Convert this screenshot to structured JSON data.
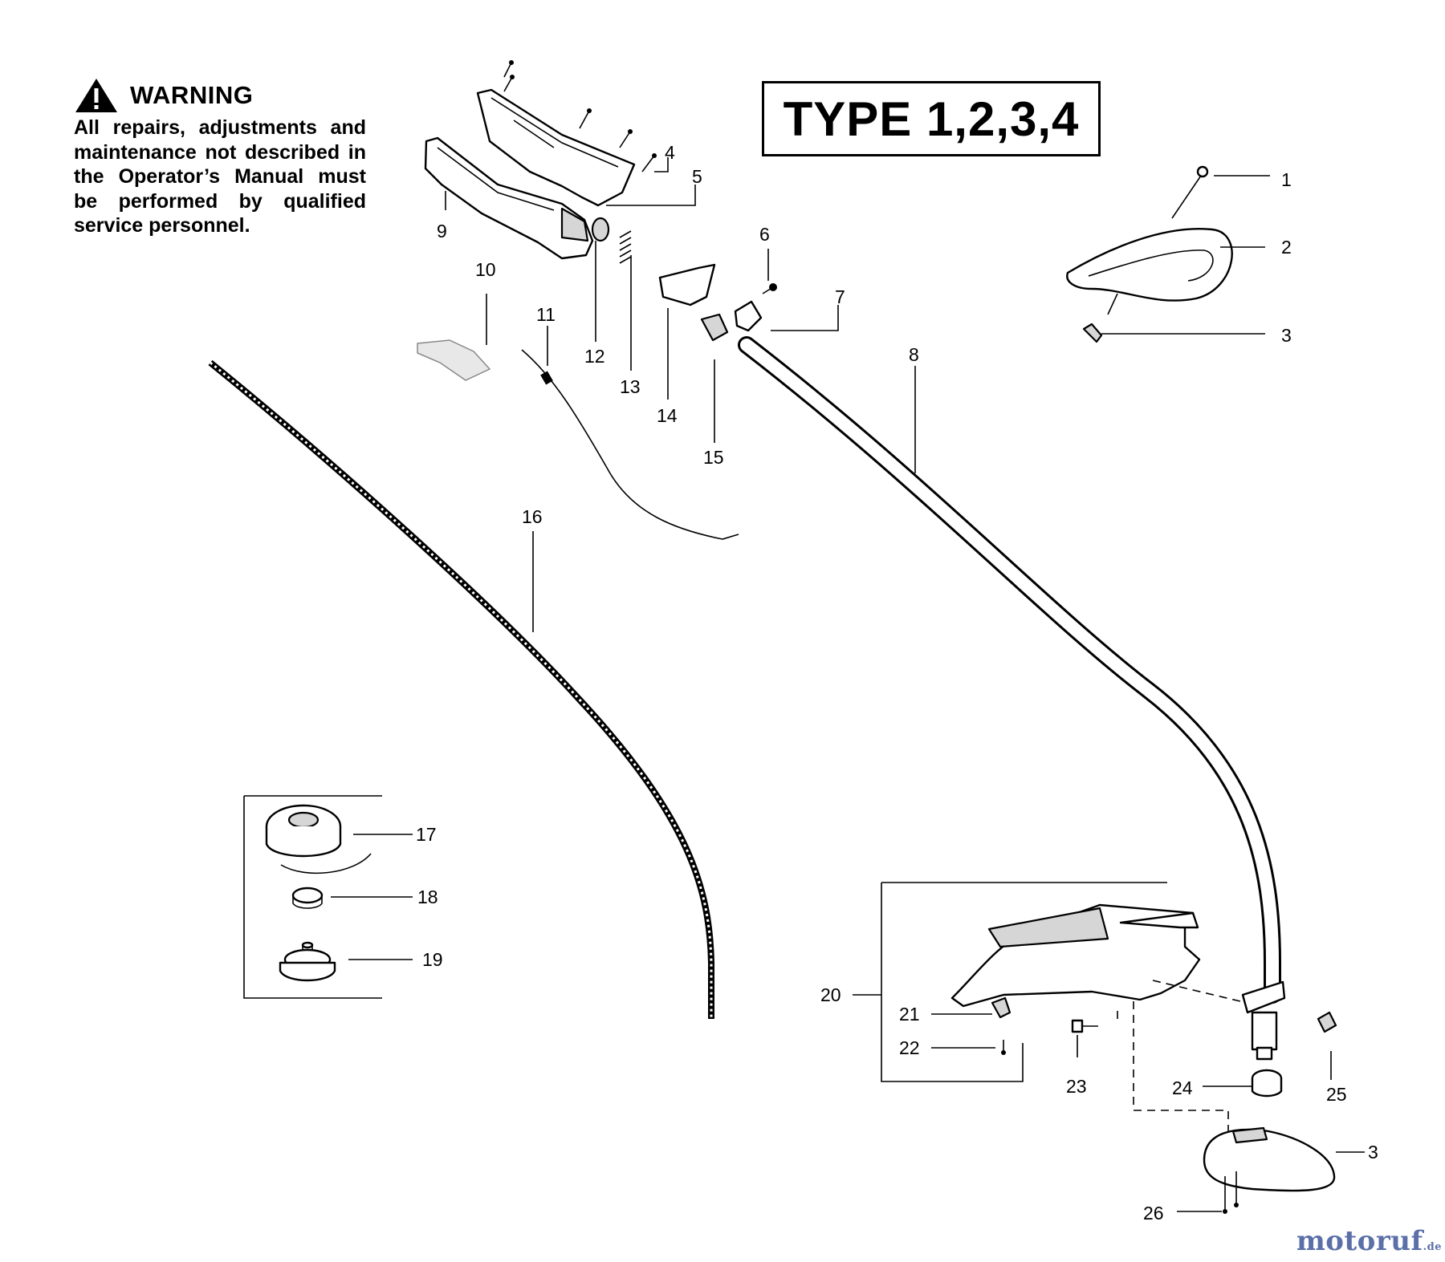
{
  "warning": {
    "heading": "WARNING",
    "text": "All repairs, adjustments and maintenance not described in the Operator’s Manual must be performed by qualified service personnel."
  },
  "type_label": "TYPE 1,2,3,4",
  "brand": {
    "name": "motoruf",
    "suffix": ".de",
    "color": "#5b6fa8"
  },
  "callouts": [
    "1",
    "2",
    "3",
    "4",
    "5",
    "6",
    "7",
    "8",
    "9",
    "10",
    "11",
    "12",
    "13",
    "14",
    "15",
    "16",
    "17",
    "18",
    "19",
    "20",
    "21",
    "22",
    "23",
    "24",
    "25",
    "3",
    "26"
  ]
}
